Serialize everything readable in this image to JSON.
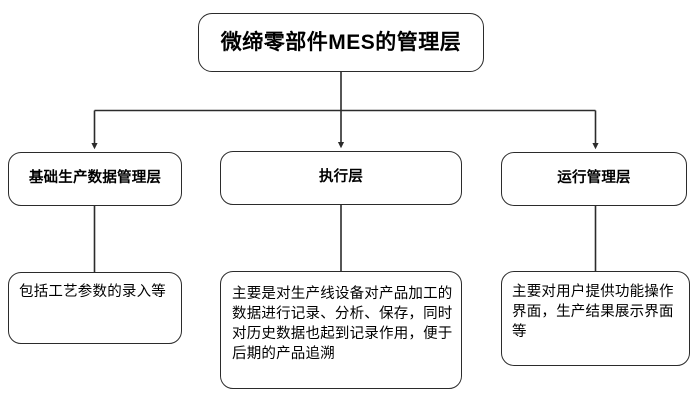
{
  "diagram": {
    "title": "微缔零部件MES的管理层",
    "root": {
      "id": "root",
      "label": "微缔零部件MES的管理层"
    },
    "layers": [
      {
        "id": "tier2-0",
        "label": "基础生产数据管理层",
        "detail_id": "tier3-0",
        "detail": "包括工艺参数的录入等"
      },
      {
        "id": "tier2-1",
        "label": "执行层",
        "detail_id": "tier3-1",
        "detail": "主要是对生产线设备对产品加工的数据进行记录、分析、保存，同时对历史数据也起到记录作用，便于后期的产品追溯"
      },
      {
        "id": "tier2-2",
        "label": "运行管理层",
        "detail_id": "tier3-2",
        "detail": "主要对用户提供功能操作界面，生产结果展示界面等"
      }
    ],
    "style": {
      "background": "#ffffff",
      "node_fill": "#ffffff",
      "node_stroke": "#2b2b2b",
      "connector_stroke": "#2b2b2b",
      "text_color": "#000000"
    }
  }
}
